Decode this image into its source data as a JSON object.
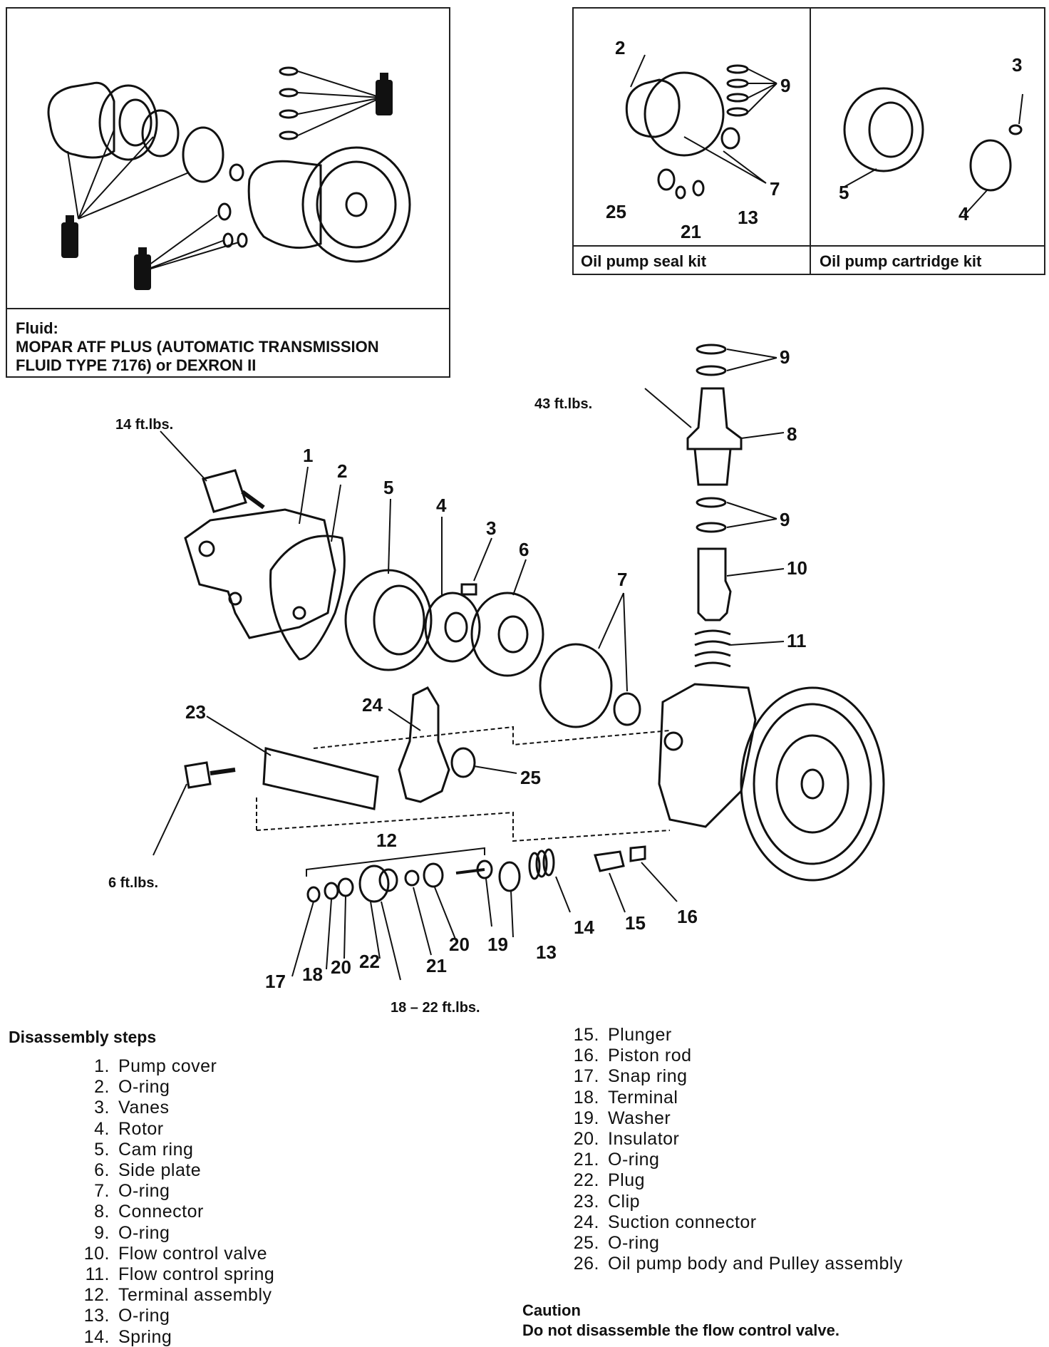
{
  "fluid_box": {
    "line1": "Fluid:",
    "line2": "MOPAR ATF PLUS (AUTOMATIC TRANSMISSION",
    "line3": "FLUID TYPE 7176) or DEXRON II"
  },
  "kits": {
    "seal_kit": {
      "caption": "Oil pump seal kit",
      "labels": [
        "2",
        "9",
        "7",
        "25",
        "21",
        "13"
      ]
    },
    "cartridge_kit": {
      "caption": "Oil pump cartridge kit",
      "labels": [
        "3",
        "5",
        "4"
      ]
    }
  },
  "torques": {
    "t14": "14 ft.lbs.",
    "t43": "43 ft.lbs.",
    "t6": "6 ft.lbs.",
    "t18": "18 – 22 ft.lbs."
  },
  "diagram_labels": {
    "l1": "1",
    "l2": "2",
    "l3": "3",
    "l4": "4",
    "l5": "5",
    "l6": "6",
    "l7": "7",
    "l8": "8",
    "l9a": "9",
    "l9b": "9",
    "l10": "10",
    "l11": "11",
    "l12": "12",
    "l13": "13",
    "l14": "14",
    "l15": "15",
    "l16": "16",
    "l17": "17",
    "l18": "18",
    "l19": "19",
    "l20a": "20",
    "l20b": "20",
    "l21": "21",
    "l22": "22",
    "l23": "23",
    "l24": "24",
    "l25": "25"
  },
  "disassembly": {
    "title": "Disassembly steps",
    "steps": [
      {
        "n": "1.",
        "t": "Pump cover"
      },
      {
        "n": "2.",
        "t": "O-ring"
      },
      {
        "n": "3.",
        "t": "Vanes"
      },
      {
        "n": "4.",
        "t": "Rotor"
      },
      {
        "n": "5.",
        "t": "Cam ring"
      },
      {
        "n": "6.",
        "t": "Side plate"
      },
      {
        "n": "7.",
        "t": "O-ring"
      },
      {
        "n": "8.",
        "t": "Connector"
      },
      {
        "n": "9.",
        "t": "O-ring"
      },
      {
        "n": "10.",
        "t": "Flow control valve"
      },
      {
        "n": "11.",
        "t": "Flow control spring"
      },
      {
        "n": "12.",
        "t": "Terminal assembly"
      },
      {
        "n": "13.",
        "t": "O-ring"
      },
      {
        "n": "14.",
        "t": "Spring"
      },
      {
        "n": "15.",
        "t": "Plunger"
      },
      {
        "n": "16.",
        "t": "Piston rod"
      },
      {
        "n": "17.",
        "t": "Snap ring"
      },
      {
        "n": "18.",
        "t": "Terminal"
      },
      {
        "n": "19.",
        "t": "Washer"
      },
      {
        "n": "20.",
        "t": "Insulator"
      },
      {
        "n": "21.",
        "t": "O-ring"
      },
      {
        "n": "22.",
        "t": "Plug"
      },
      {
        "n": "23.",
        "t": "Clip"
      },
      {
        "n": "24.",
        "t": "Suction connector"
      },
      {
        "n": "25.",
        "t": "O-ring"
      },
      {
        "n": "26.",
        "t": "Oil pump body and Pulley assembly"
      }
    ]
  },
  "caution": {
    "title": "Caution",
    "text": "Do not disassemble the flow control valve."
  }
}
